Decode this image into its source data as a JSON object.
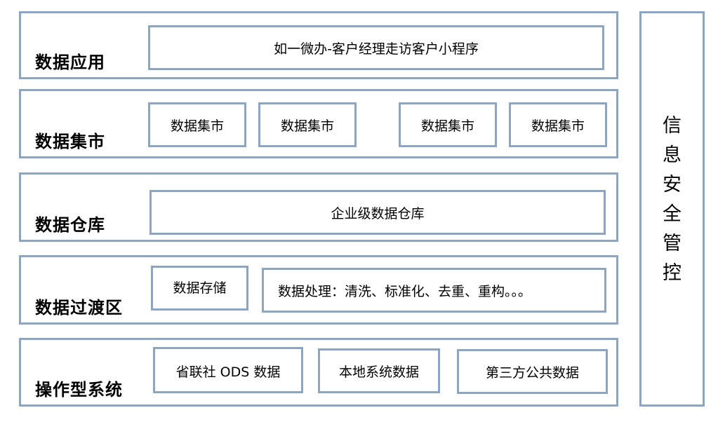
{
  "layers": {
    "application": {
      "label": "数据应用",
      "boxes": [
        "如一微办-客户经理走访客户小程序"
      ]
    },
    "mart": {
      "label": "数据集市",
      "boxes": [
        "数据集市",
        "数据集市",
        "数据集市",
        "数据集市"
      ]
    },
    "warehouse": {
      "label": "数据仓库",
      "boxes": [
        "企业级数据仓库"
      ]
    },
    "staging": {
      "label": "数据过渡区",
      "boxes": [
        "数据存储",
        "数据处理：清洗、标准化、去重、重构。。。"
      ]
    },
    "operational": {
      "label": "操作型系统",
      "boxes": [
        "省联社 ODS 数据",
        "本地系统数据",
        "第三方公共数据"
      ]
    }
  },
  "side_panel": {
    "title": "信息安全管控"
  },
  "colors": {
    "border": "#8ea5c1",
    "text": "#000000",
    "background": "#ffffff"
  }
}
